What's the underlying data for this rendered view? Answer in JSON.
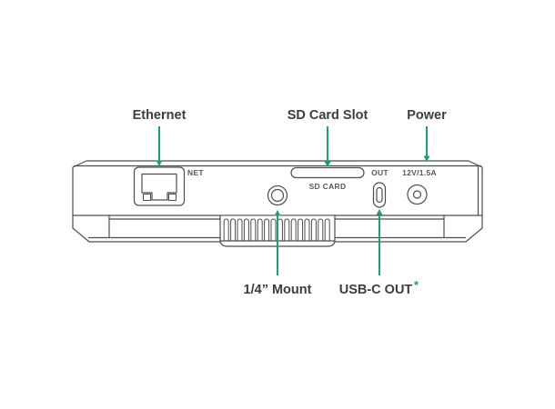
{
  "colors": {
    "accent": "#17A26E",
    "outline": "#4D4D4D",
    "label": "#3D3D3D",
    "port_label": "#575757",
    "background": "#FFFFFF"
  },
  "callouts": {
    "top": [
      {
        "id": "ethernet",
        "label": "Ethernet"
      },
      {
        "id": "sd-card-slot",
        "label": "SD Card Slot"
      },
      {
        "id": "power",
        "label": "Power"
      }
    ],
    "bottom": [
      {
        "id": "quarter-inch-mount",
        "label": "1/4” Mount"
      },
      {
        "id": "usb-c-out",
        "label": "USB-C OUT",
        "footnote_marker": "*"
      }
    ]
  },
  "device": {
    "port_labels": {
      "ethernet": "NET",
      "sd_card": "SD CARD",
      "usb_c": "OUT",
      "power": "12V/1.5A"
    }
  }
}
